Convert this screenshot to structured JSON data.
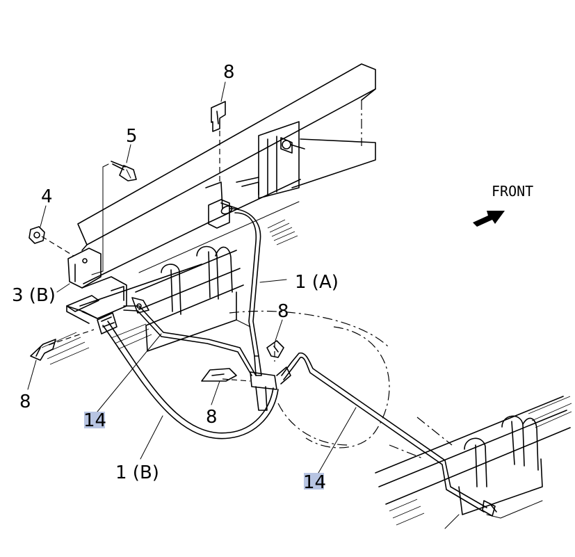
{
  "callouts": {
    "c8_top": "8",
    "c5": "5",
    "c4": "4",
    "c3b": "3 (B)",
    "c1a": "1 (A)",
    "c8_right": "8",
    "c8_left": "8",
    "c14_left": "14",
    "c8_mid": "8",
    "c1b": "1 (B)",
    "c14_right": "14"
  },
  "front_label": "FRONT",
  "colors": {
    "highlight": "#9fb0d8"
  }
}
